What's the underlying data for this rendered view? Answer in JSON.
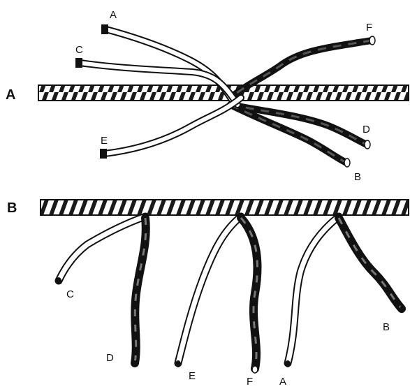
{
  "panels": [
    {
      "label": "A",
      "strands": [
        {
          "label": "A",
          "shade": "light"
        },
        {
          "label": "C",
          "shade": "light"
        },
        {
          "label": "E",
          "shade": "light"
        },
        {
          "label": "F",
          "shade": "dark"
        },
        {
          "label": "D",
          "shade": "dark"
        },
        {
          "label": "B",
          "shade": "dark"
        }
      ]
    },
    {
      "label": "B",
      "strands": [
        {
          "label": "C",
          "shade": "light"
        },
        {
          "label": "D",
          "shade": "dark"
        },
        {
          "label": "E",
          "shade": "light"
        },
        {
          "label": "F",
          "shade": "dark"
        },
        {
          "label": "A",
          "shade": "light"
        },
        {
          "label": "B",
          "shade": "dark"
        }
      ]
    }
  ],
  "colors": {
    "ink": "#111111",
    "light_strand": "#ffffff",
    "dark_strand": "#1a1a1a",
    "background": "#ffffff"
  }
}
